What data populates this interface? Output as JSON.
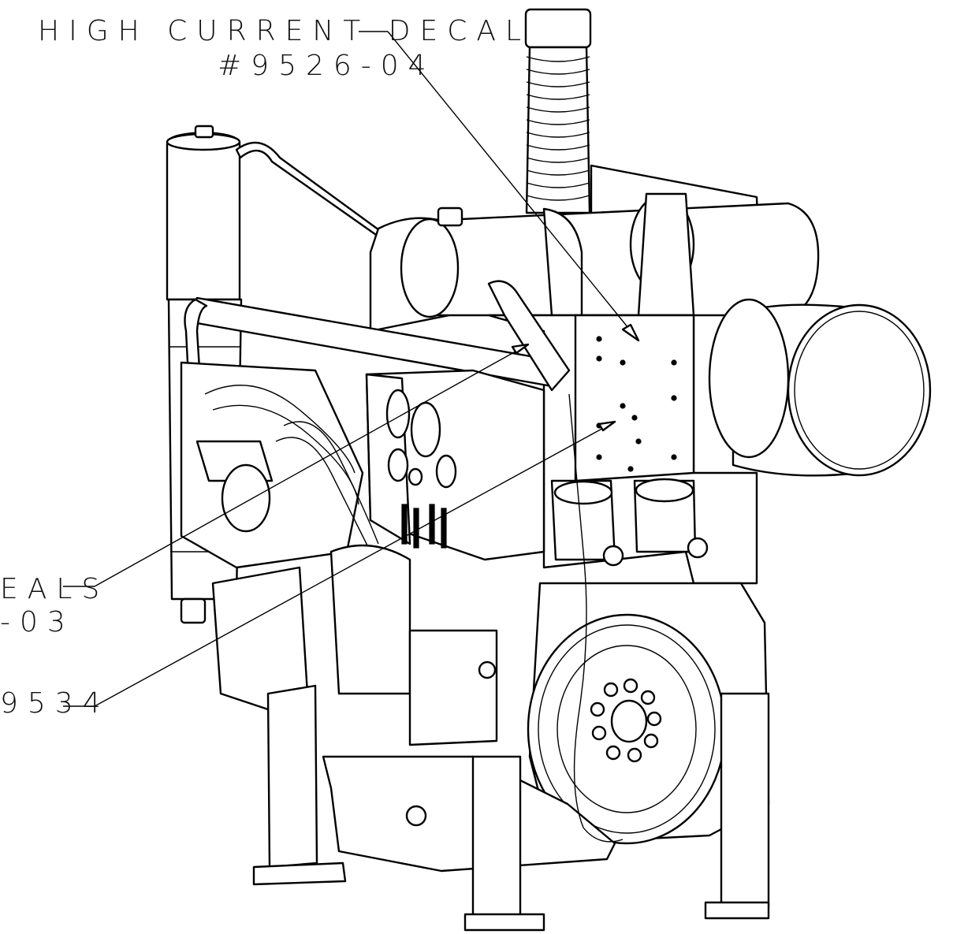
{
  "callouts": {
    "high_current_decal_title": "HIGH CURRENT DECAL",
    "high_current_decal_part": "#9526-04",
    "left_decals_title": "EALS",
    "left_decals_part": "-03",
    "left_part_number": "9534"
  }
}
